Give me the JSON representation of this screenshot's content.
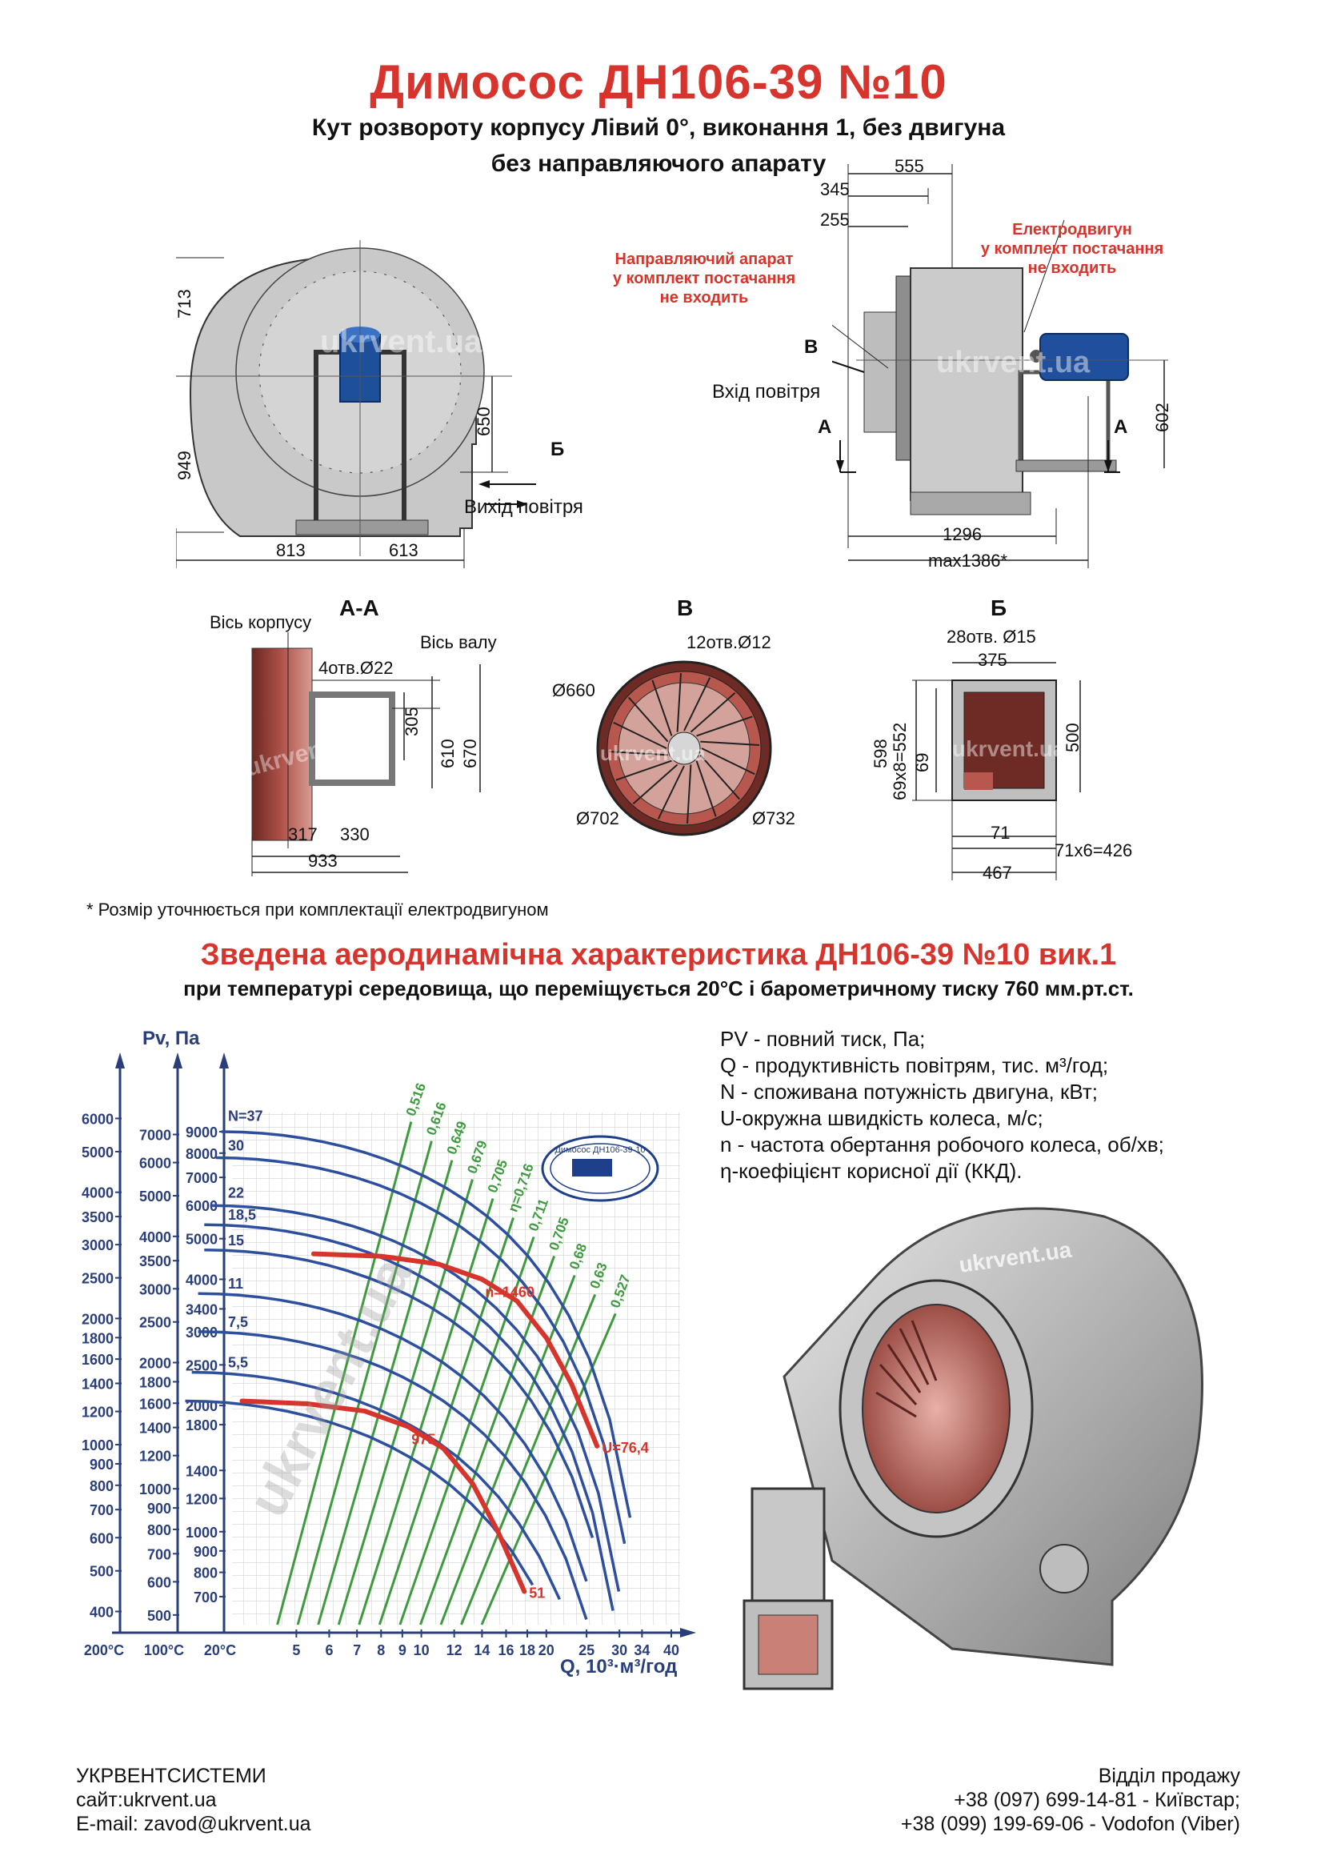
{
  "header": {
    "title": "Димосос  ДН106-39 №10",
    "subtitle_1": "Кут розвороту корпусу Лівий 0°, виконання 1, без двигуна",
    "subtitle_2": "без направляючого апарату"
  },
  "front_view": {
    "dim_713": "713",
    "dim_949": "949",
    "dim_650": "650",
    "dim_813": "813",
    "dim_613": "613",
    "label_b": "Б",
    "outlet_label": "Вихід повітря",
    "watermark": "ukrvent.ua"
  },
  "side_view": {
    "dim_555": "555",
    "dim_345": "345",
    "dim_255": "255",
    "dim_602": "602",
    "dim_1296": "1296",
    "dim_max": "max1386*",
    "guide_note": "Направляючий апарат\nу комплект постачання\nне входить",
    "motor_note": "Електродвигун\nу комплект постачання\nне входить",
    "label_v": "В",
    "inlet_label": "Вхід повітря",
    "label_a_left": "А",
    "label_a_right": "А",
    "watermark": "ukrvent.ua"
  },
  "section_aa": {
    "title": "А-А",
    "axis_body": "Вісь корпусу",
    "axis_shaft": "Вісь валу",
    "holes": "4отв.Ø22",
    "dim_305": "305",
    "dim_610": "610",
    "dim_670": "670",
    "dim_317": "317",
    "dim_330": "330",
    "dim_933": "933"
  },
  "section_v": {
    "title": "В",
    "holes": "12отв.Ø12",
    "d660": "Ø660",
    "d702": "Ø702",
    "d732": "Ø732"
  },
  "section_b": {
    "title": "Б",
    "holes": "28отв. Ø15",
    "dim_375": "375",
    "dim_598": "598",
    "dim_69x8": "69x8=552",
    "dim_69": "69",
    "dim_500": "500",
    "dim_71": "71",
    "dim_71x6": "71x6=426",
    "dim_467": "467"
  },
  "footnote": "* Розмір уточнюється при комплектації електродвигуном",
  "chart_heading": {
    "title": "Зведена аеродинамічна характеристика ДН106-39 №10 вик.1",
    "subtitle": "при температурі середовища, що переміщується 20°С і барометричному тиску 760 мм.рт.ст."
  },
  "legend": [
    "PV - повний тиск, Па;",
    "Q - продуктивність повітрям, тис. м³/год;",
    "N - споживана потужність двигуна, кВт;",
    "U-окружна швидкість колеса, м/с;",
    "n - частота обертання робочого колеса, об/хв;",
    "η-коефіцієнт корисної дії (ККД)."
  ],
  "chart_data": {
    "type": "line",
    "title": "",
    "ylabel": "Pv, Па",
    "xlabel": "Q, 10³·м³/год",
    "x_scale": "log",
    "y_scale": "log",
    "x_ticks_20C": [
      5,
      6,
      7,
      8,
      9,
      10,
      12,
      14,
      16,
      18,
      20,
      25,
      30,
      34,
      40
    ],
    "x_axis_labels": [
      "200°C",
      "100°C",
      "20°C"
    ],
    "y_ticks_200C": [
      "6000",
      "5000",
      "4000",
      "3500",
      "3000",
      "2500",
      "2000",
      "1800",
      "1600",
      "1400",
      "1200",
      "1000",
      "900",
      "800",
      "700",
      "600",
      "500",
      "400"
    ],
    "y_ticks_100C": [
      "7000",
      "6000",
      "5000",
      "4000",
      "3500",
      "3000",
      "2500",
      "2000",
      "1800",
      "1600",
      "1400",
      "1200",
      "1000",
      "900",
      "800",
      "700",
      "600",
      "500"
    ],
    "y_ticks_20C": [
      "9000",
      "8000",
      "7000",
      "6000",
      "5000",
      "4000",
      "3400",
      "3000",
      "2500",
      "2000",
      "1800",
      "1400",
      "1200",
      "1000",
      "900",
      "800",
      "700"
    ],
    "power_labels": [
      "N=37",
      "30",
      "22",
      "18,5",
      "15",
      "11",
      "7,5",
      "5,5"
    ],
    "efficiency_labels": [
      "0,516",
      "0,616",
      "0,649",
      "0,679",
      "0,705",
      "η=0,716",
      "0,711",
      "0,705",
      "0,68",
      "0,63",
      "0,527"
    ],
    "series": [
      {
        "name": "n=1460",
        "end_label": "U=76,4",
        "color": "#d6342c",
        "points": [
          [
            5.5,
            4600
          ],
          [
            8,
            4540
          ],
          [
            11,
            4350
          ],
          [
            14,
            4000
          ],
          [
            17,
            3550
          ],
          [
            20,
            2900
          ],
          [
            23,
            2250
          ],
          [
            26.5,
            1600
          ]
        ]
      },
      {
        "name": "975",
        "end_label": "51",
        "color": "#d6342c",
        "points": [
          [
            3.7,
            2050
          ],
          [
            5.3,
            2020
          ],
          [
            7.3,
            1940
          ],
          [
            9.3,
            1780
          ],
          [
            11.3,
            1580
          ],
          [
            13.3,
            1300
          ],
          [
            15.3,
            1000
          ],
          [
            17.7,
            720
          ]
        ]
      }
    ],
    "stamp": "Димосос ДН106-39-10"
  },
  "footer": {
    "company": "УКРВЕНТСИСТЕМИ",
    "site": "сайт:ukrvent.ua",
    "email": "E-mail: zavod@ukrvent.ua",
    "sales": "Відділ продажу",
    "phone1": "+38 (097) 699-14-81 - Київстар;",
    "phone2": "+38 (099) 199-69-06 - Vodofon (Viber)"
  },
  "colors": {
    "accent_red": "#d6342c",
    "axis_blue": "#2a3f7a",
    "curve_green": "#3f9a3f",
    "metal": "#bdbdbd"
  }
}
